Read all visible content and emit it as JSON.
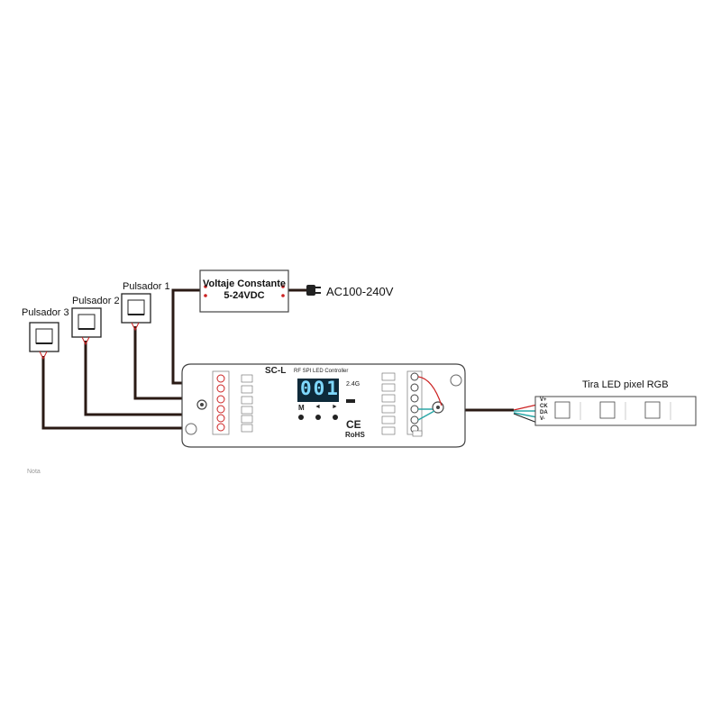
{
  "buttons": [
    {
      "label": "Pulsador 1"
    },
    {
      "label": "Pulsador 2"
    },
    {
      "label": "Pulsador 3"
    }
  ],
  "power_supply": {
    "line1": "Voltaje Constante",
    "line2": "5-24VDC"
  },
  "mains": {
    "label": "AC100-240V"
  },
  "controller": {
    "model": "SC-L",
    "subtitle": "RF SPI LED Controller",
    "display": "001",
    "nav_left": "M",
    "nav_prev": "◄",
    "nav_next": "►",
    "freq": "2.4G",
    "ce": "CE",
    "rohs": "RoHS"
  },
  "strip": {
    "label": "Tira LED pixel RGB",
    "pins": [
      "V+",
      "CK",
      "DA",
      "V-"
    ]
  },
  "footer_note": "Nota"
}
